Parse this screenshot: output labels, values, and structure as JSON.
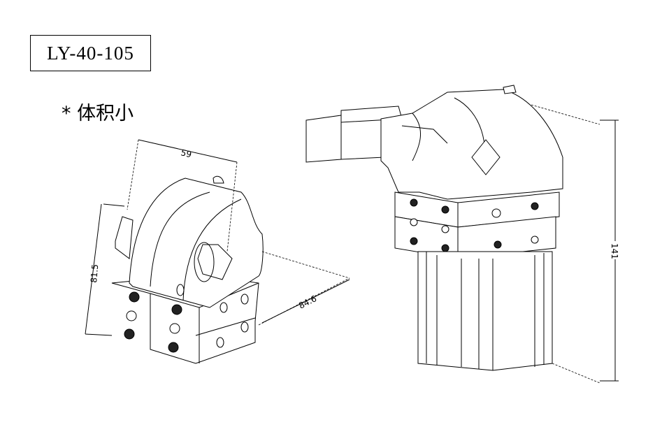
{
  "model": "LY-40-105",
  "feature": "* 体积小",
  "dimensions": {
    "width": "59",
    "height_small": "81.5",
    "depth": "84.6",
    "height_large": "141"
  }
}
